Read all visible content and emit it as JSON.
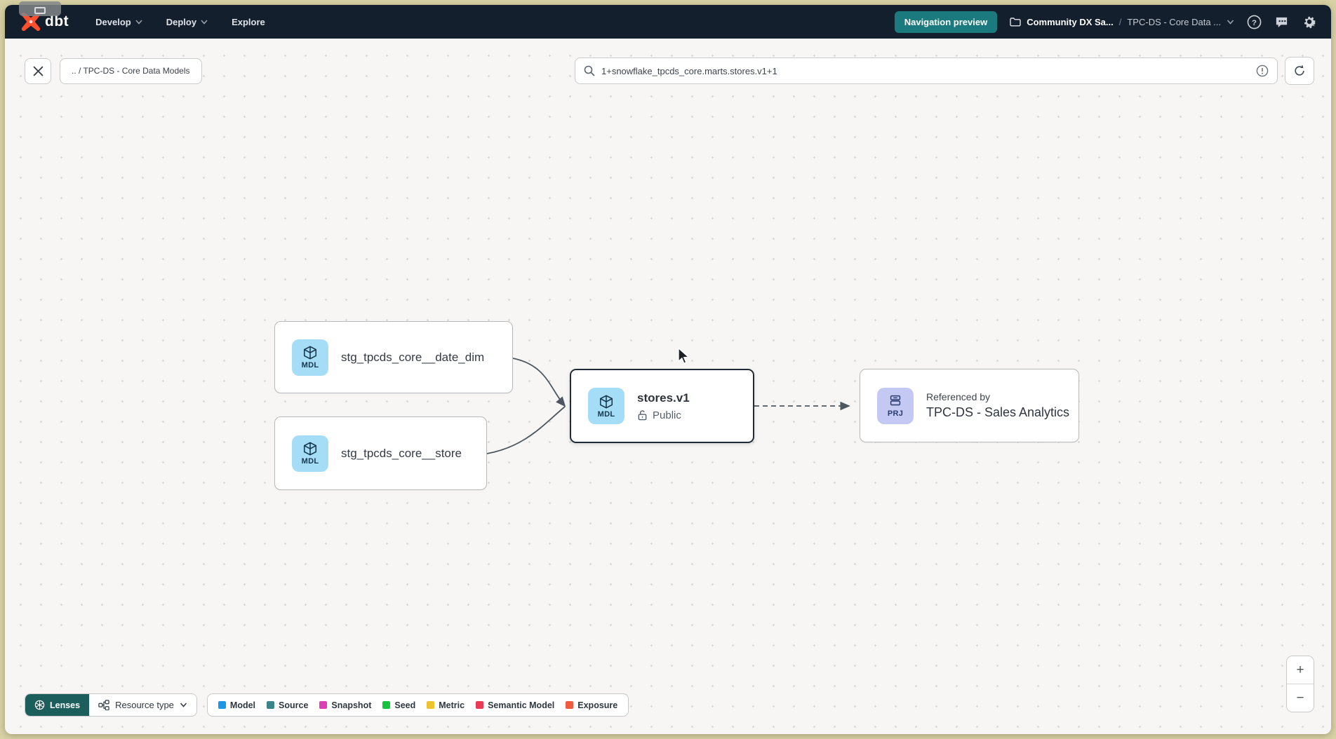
{
  "navbar": {
    "logo_text": "dbt",
    "menu": [
      {
        "label": "Develop"
      },
      {
        "label": "Deploy"
      },
      {
        "label": "Explore"
      }
    ],
    "preview_badge": "Navigation preview",
    "breadcrumb": {
      "project": "Community DX Sa...",
      "separator": "/",
      "current": "TPC-DS - Core Data ..."
    }
  },
  "toolbar": {
    "breadcrumb_chip": ".. / TPC-DS - Core Data Models",
    "search": {
      "value": "1+snowflake_tpcds_core.marts.stores.v1+1"
    }
  },
  "graph": {
    "nodes": {
      "date_dim": {
        "badge": "MDL",
        "label": "stg_tpcds_core__date_dim"
      },
      "store": {
        "badge": "MDL",
        "label": "stg_tpcds_core__store"
      },
      "stores_v1": {
        "badge": "MDL",
        "label": "stores.v1",
        "access": "Public"
      },
      "referenced": {
        "badge": "PRJ",
        "label": "Referenced by",
        "project": "TPC-DS - Sales Analytics"
      }
    }
  },
  "footer": {
    "lenses_label": "Lenses",
    "resource_type_label": "Resource type",
    "legend": [
      {
        "label": "Model",
        "color": "#1e96e8"
      },
      {
        "label": "Source",
        "color": "#3b8589"
      },
      {
        "label": "Snapshot",
        "color": "#df3fb4"
      },
      {
        "label": "Seed",
        "color": "#15c33f"
      },
      {
        "label": "Metric",
        "color": "#eec42e"
      },
      {
        "label": "Semantic Model",
        "color": "#e93a57"
      },
      {
        "label": "Exposure",
        "color": "#ee5b3f"
      }
    ]
  },
  "zoom_controls": {
    "zoom_in": "+",
    "zoom_out": "−"
  },
  "colors": {
    "accent_teal": "#1b7a7d",
    "navbar_bg": "#131f2d",
    "dbt_orange": "#ff4f2e"
  }
}
